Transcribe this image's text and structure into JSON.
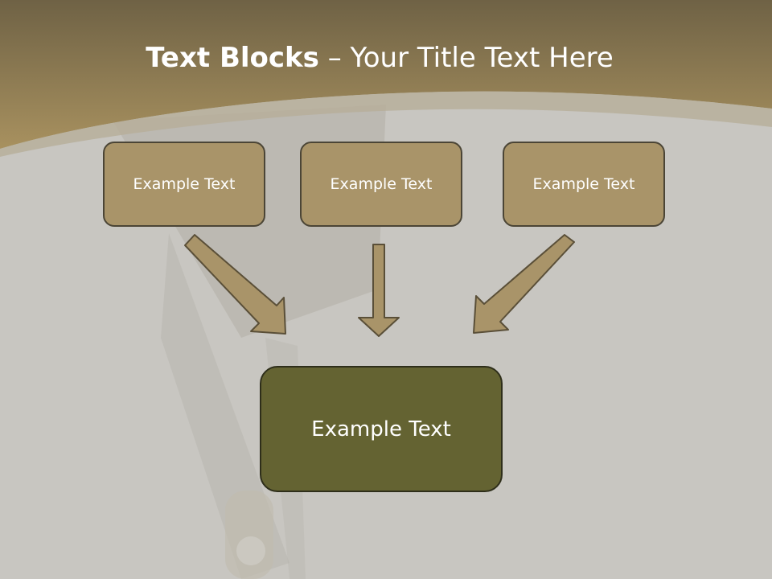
{
  "title": {
    "bold_part": "Text Blocks",
    "rest": " – Your Title Text Here"
  },
  "boxes": {
    "left": "Example Text",
    "center": "Example Text",
    "right": "Example Text",
    "result": "Example Text"
  },
  "colors": {
    "header_top": "#77694a",
    "header_bottom": "#a8915f",
    "body_background": "#c8c6c1",
    "box_fill": "#a99469",
    "box_border": "#4b4536",
    "result_fill": "#646332",
    "arrow_fill": "#a99469",
    "arrow_stroke": "#5a4f38"
  }
}
